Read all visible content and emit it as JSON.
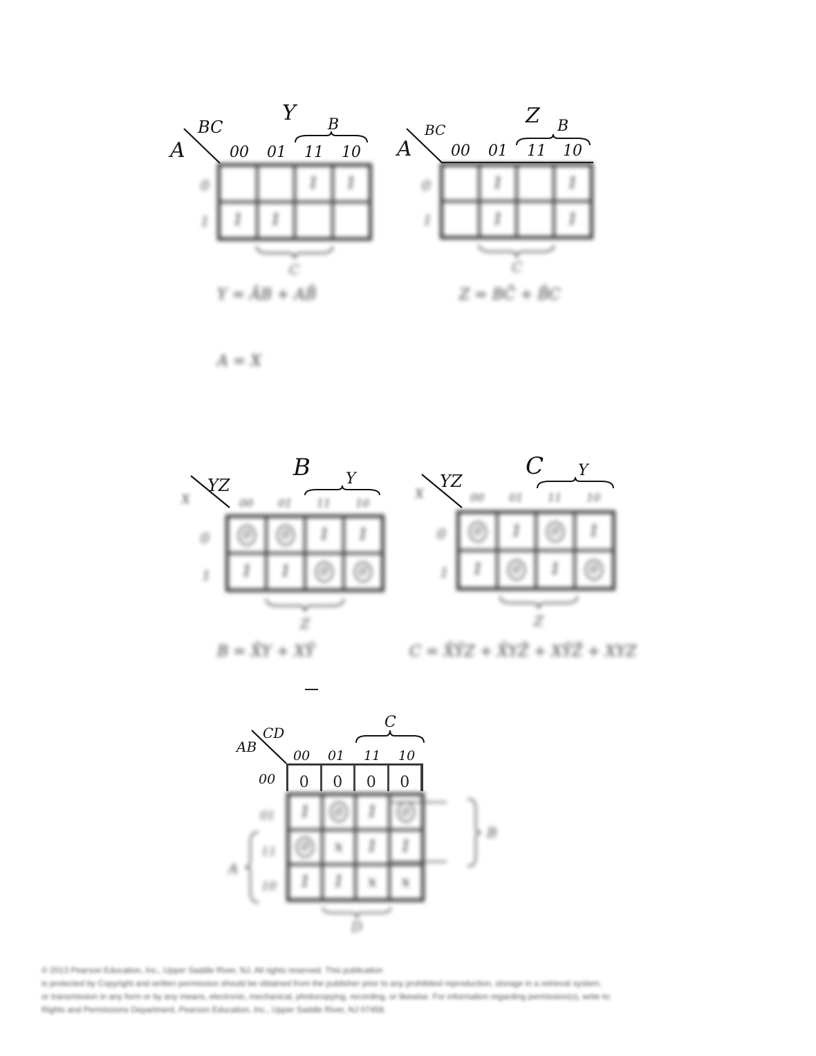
{
  "kmap_y": {
    "title": "Y",
    "row_var": "A",
    "col_var": "BC",
    "brace_top": "B",
    "brace_bottom": "C",
    "col_headers": [
      "00",
      "01",
      "11",
      "10"
    ],
    "row_headers": [
      "0",
      "1"
    ],
    "cells": [
      [
        "",
        "",
        "1",
        "1"
      ],
      [
        "1",
        "1",
        "",
        ""
      ]
    ],
    "equation": "Y = ĀB + AB̄"
  },
  "kmap_z": {
    "title": "Z",
    "row_var": "A",
    "col_var": "BC",
    "brace_top": "B",
    "brace_bottom": "C",
    "col_headers": [
      "00",
      "01",
      "11",
      "10"
    ],
    "row_headers": [
      "0",
      "1"
    ],
    "cells": [
      [
        "",
        "1",
        "",
        "1"
      ],
      [
        "",
        "1",
        "",
        "1"
      ]
    ],
    "equation": "Z = BC̄ + B̄C"
  },
  "equation_a": "A = X",
  "kmap_b": {
    "title": "B",
    "row_var": "X",
    "col_var": "YZ",
    "brace_top": "Y",
    "brace_bottom": "Z",
    "col_headers": [
      "00",
      "01",
      "11",
      "10"
    ],
    "row_headers": [
      "0",
      "1"
    ],
    "cells": [
      [
        "0",
        "0",
        "1",
        "1"
      ],
      [
        "1",
        "1",
        "0",
        "0"
      ]
    ],
    "equation": "B = X̄Y + XȲ"
  },
  "kmap_c": {
    "title": "C",
    "row_var": "X",
    "col_var": "YZ",
    "brace_top": "Y",
    "brace_bottom": "Z",
    "col_headers": [
      "00",
      "01",
      "11",
      "10"
    ],
    "row_headers": [
      "0",
      "1"
    ],
    "cells": [
      [
        "0",
        "1",
        "0",
        "1"
      ],
      [
        "1",
        "0",
        "1",
        "0"
      ]
    ],
    "equation": "C = X̄ȲZ + X̄YZ̄ + XȲZ̄ + XYZ"
  },
  "kmap_4": {
    "row_var": "AB",
    "col_var": "CD",
    "brace_top": "C",
    "brace_right": "B",
    "brace_left": "A",
    "brace_bottom": "D",
    "col_headers": [
      "00",
      "01",
      "11",
      "10"
    ],
    "row_headers": [
      "00",
      "01",
      "11",
      "10"
    ],
    "cells": [
      [
        "0",
        "0",
        "0",
        "0"
      ],
      [
        "1",
        "0",
        "1",
        "0"
      ],
      [
        "0",
        "x",
        "1",
        "1"
      ],
      [
        "1",
        "1",
        "x",
        "x"
      ]
    ]
  },
  "footer": {
    "line1": "© 2013 Pearson Education, Inc., Upper Saddle River, NJ. All rights reserved. This publication",
    "line2": "is protected by Copyright and written permission should be obtained from the publisher prior to any prohibited reproduction, storage in a retrieval system,",
    "line3": "or transmission in any form or by any means, electronic, mechanical, photocopying, recording, or likewise. For information regarding permission(s), write to:",
    "line4": "Rights and Permissions Department, Pearson Education, Inc., Upper Saddle River, NJ 07458."
  }
}
